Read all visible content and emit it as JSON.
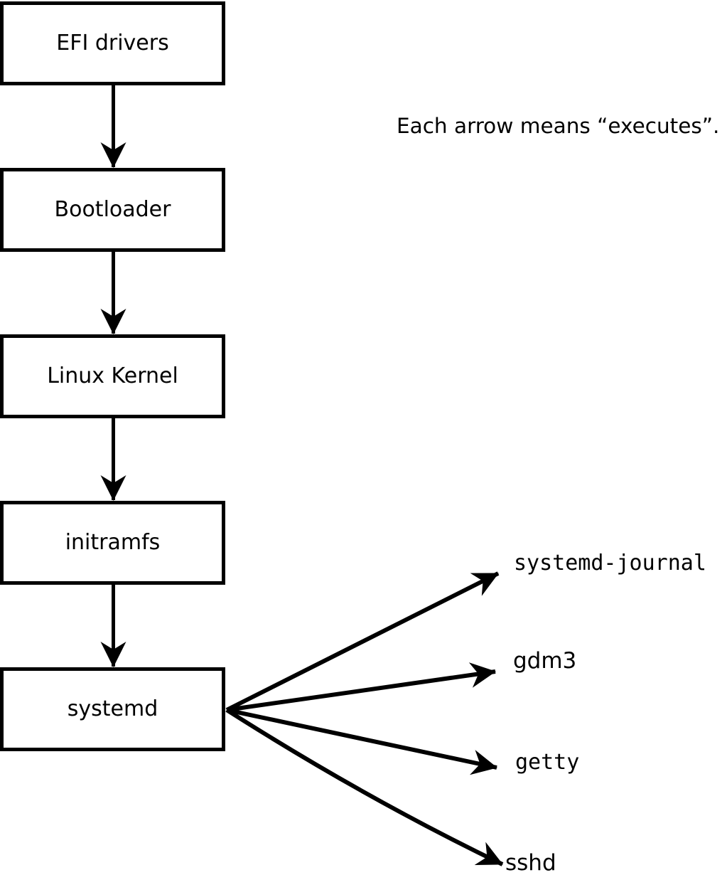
{
  "note": {
    "text": "Each arrow means “executes”."
  },
  "boot_chain": [
    {
      "label": "EFI drivers"
    },
    {
      "label": "Bootloader"
    },
    {
      "label": "Linux Kernel"
    },
    {
      "label": "initramfs"
    },
    {
      "label": "systemd"
    }
  ],
  "spawned": [
    {
      "label": "systemd-journal"
    },
    {
      "label": "gdm3"
    },
    {
      "label": "getty"
    },
    {
      "label": "sshd"
    }
  ],
  "arrow_meaning": "executes",
  "colors": {
    "ink": "#000000",
    "background": "#ffffff",
    "box_fill": "#ffffff"
  }
}
